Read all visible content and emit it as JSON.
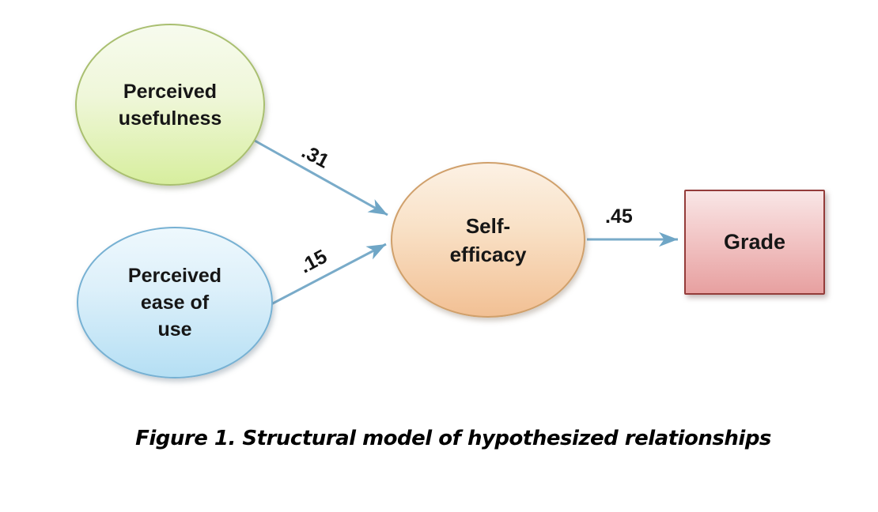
{
  "figure": {
    "caption": "Figure 1. Structural model of hypothesized relationships",
    "nodes": {
      "perceived_usefulness": {
        "label": "Perceived usefulness",
        "lines": [
          "Perceived",
          "usefulness"
        ],
        "shape": "ellipse",
        "fill_top": "#f7fbee",
        "fill_bottom": "#d7ee9e",
        "border_color": "#a9bf70"
      },
      "perceived_ease_of_use": {
        "label": "Perceived ease of use",
        "lines": [
          "Perceived",
          "ease of",
          "use"
        ],
        "shape": "ellipse",
        "fill_top": "#eef8fd",
        "fill_bottom": "#b5dff4",
        "border_color": "#77b1d3"
      },
      "self_efficacy": {
        "label": "Self-efficacy",
        "lines": [
          "Self-",
          "efficacy"
        ],
        "shape": "ellipse",
        "fill_top": "#fcf1e4",
        "fill_bottom": "#f2c094",
        "border_color": "#d0a06b"
      },
      "grade": {
        "label": "Grade",
        "lines": [
          "Grade"
        ],
        "shape": "rectangle",
        "fill_top": "#f9e6e6",
        "fill_bottom": "#e7a0a0",
        "border_color": "#943c3a"
      }
    },
    "edges": [
      {
        "from": "perceived_usefulness",
        "to": "self_efficacy",
        "label": ".31"
      },
      {
        "from": "perceived_ease_of_use",
        "to": "self_efficacy",
        "label": ".15"
      },
      {
        "from": "self_efficacy",
        "to": "grade",
        "label": ".45"
      }
    ],
    "arrow_color": "#79abc9",
    "background_color": "#ffffff"
  }
}
